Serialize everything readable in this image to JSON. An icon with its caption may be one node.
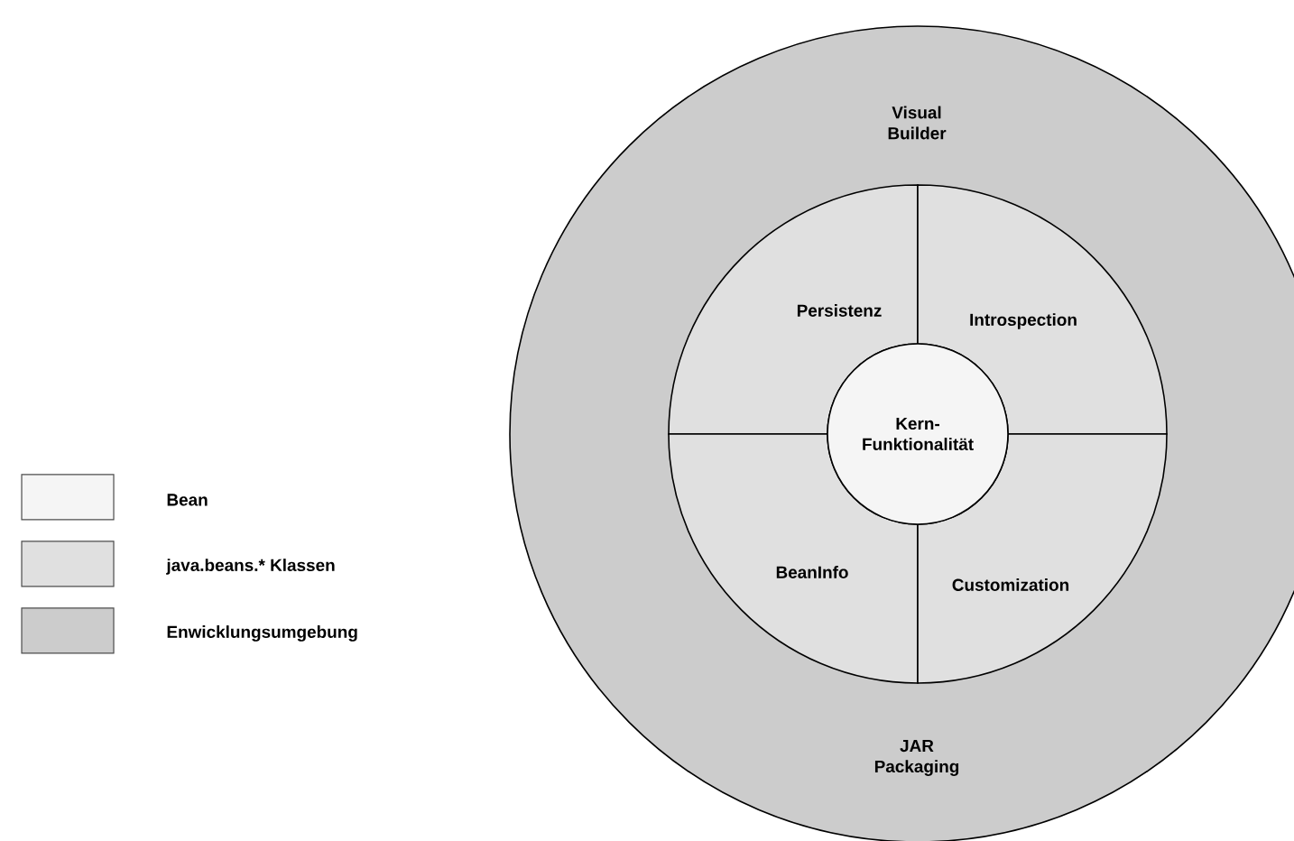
{
  "diagram": {
    "nodes": [
      {
        "text": [
          "Visual Builder",
          "JAR Packaging"
        ]
      },
      {
        "text": [
          "Persistenz"
        ],
        "in": 0
      },
      {
        "text": [
          "Introspection"
        ],
        "in": 0
      },
      {
        "text": [
          "BeanInfo"
        ],
        "in": 0
      },
      {
        "text": [
          "Customization"
        ],
        "in": 0
      },
      {
        "text": [
          "Kern- Funktionalität"
        ],
        "in": 0
      }
    ],
    "legend": [
      {
        "text": "Bean",
        "color": "#f5f5f5"
      },
      {
        "text": "java.beans.* Klassen",
        "color": "#e0e0e0"
      },
      {
        "text": "Enwicklungsumgebung",
        "color": "#cccccc"
      }
    ]
  }
}
